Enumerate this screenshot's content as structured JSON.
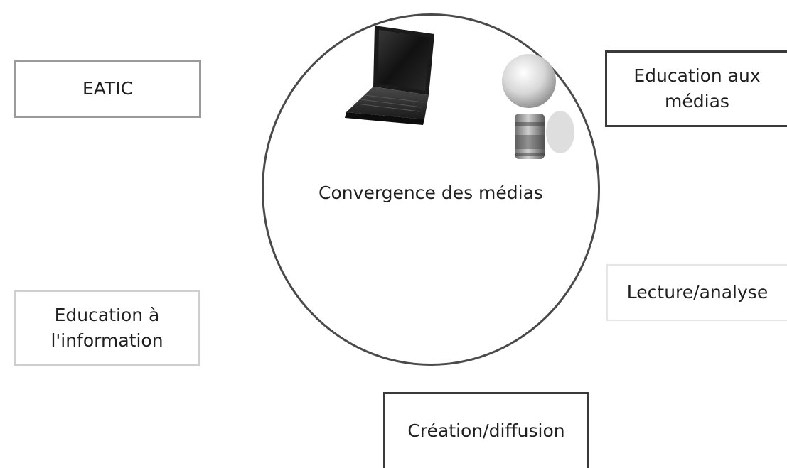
{
  "diagram": {
    "center": {
      "label": "Convergence des médias",
      "icons": [
        "laptop-icon",
        "lightbulb-icon"
      ]
    },
    "boxes": {
      "eatic": {
        "lines": [
          "EATIC"
        ]
      },
      "education_information": {
        "lines": [
          "Education à",
          "l'information"
        ]
      },
      "education_medias": {
        "lines": [
          "Education aux",
          "médias"
        ]
      },
      "lecture_analyse": {
        "lines": [
          "Lecture/analyse"
        ]
      },
      "creation_diffusion": {
        "lines": [
          "Création/diffusion"
        ]
      }
    }
  },
  "colors": {
    "circle_stroke": "#4a4a4a",
    "dark_border": "#3a3a3a",
    "light_border": "#cfcfcf",
    "text": "#1f1f1f"
  }
}
